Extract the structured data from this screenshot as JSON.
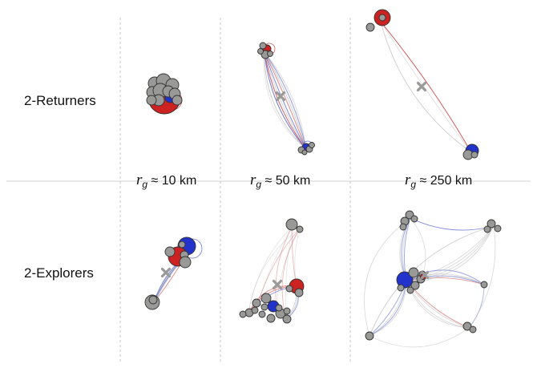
{
  "rows": [
    {
      "id": "returners",
      "label": "2-Returners"
    },
    {
      "id": "explorers",
      "label": "2-Explorers"
    }
  ],
  "columns": [
    {
      "symbol": "r",
      "subscript": "g",
      "approx": "≈",
      "value": "10 km"
    },
    {
      "symbol": "r",
      "subscript": "g",
      "approx": "≈",
      "value": "50 km"
    },
    {
      "symbol": "r",
      "subscript": "g",
      "approx": "≈",
      "value": "250 km"
    }
  ],
  "colors": {
    "location": "#999a98",
    "home": "#cc2222",
    "work": "#2233cc",
    "center": "#9a9b99",
    "trip_grey": "#b8b8b8",
    "trip_red": "#c83a3a",
    "trip_blue": "#4455c8",
    "divider": "#bfbfbf"
  }
}
